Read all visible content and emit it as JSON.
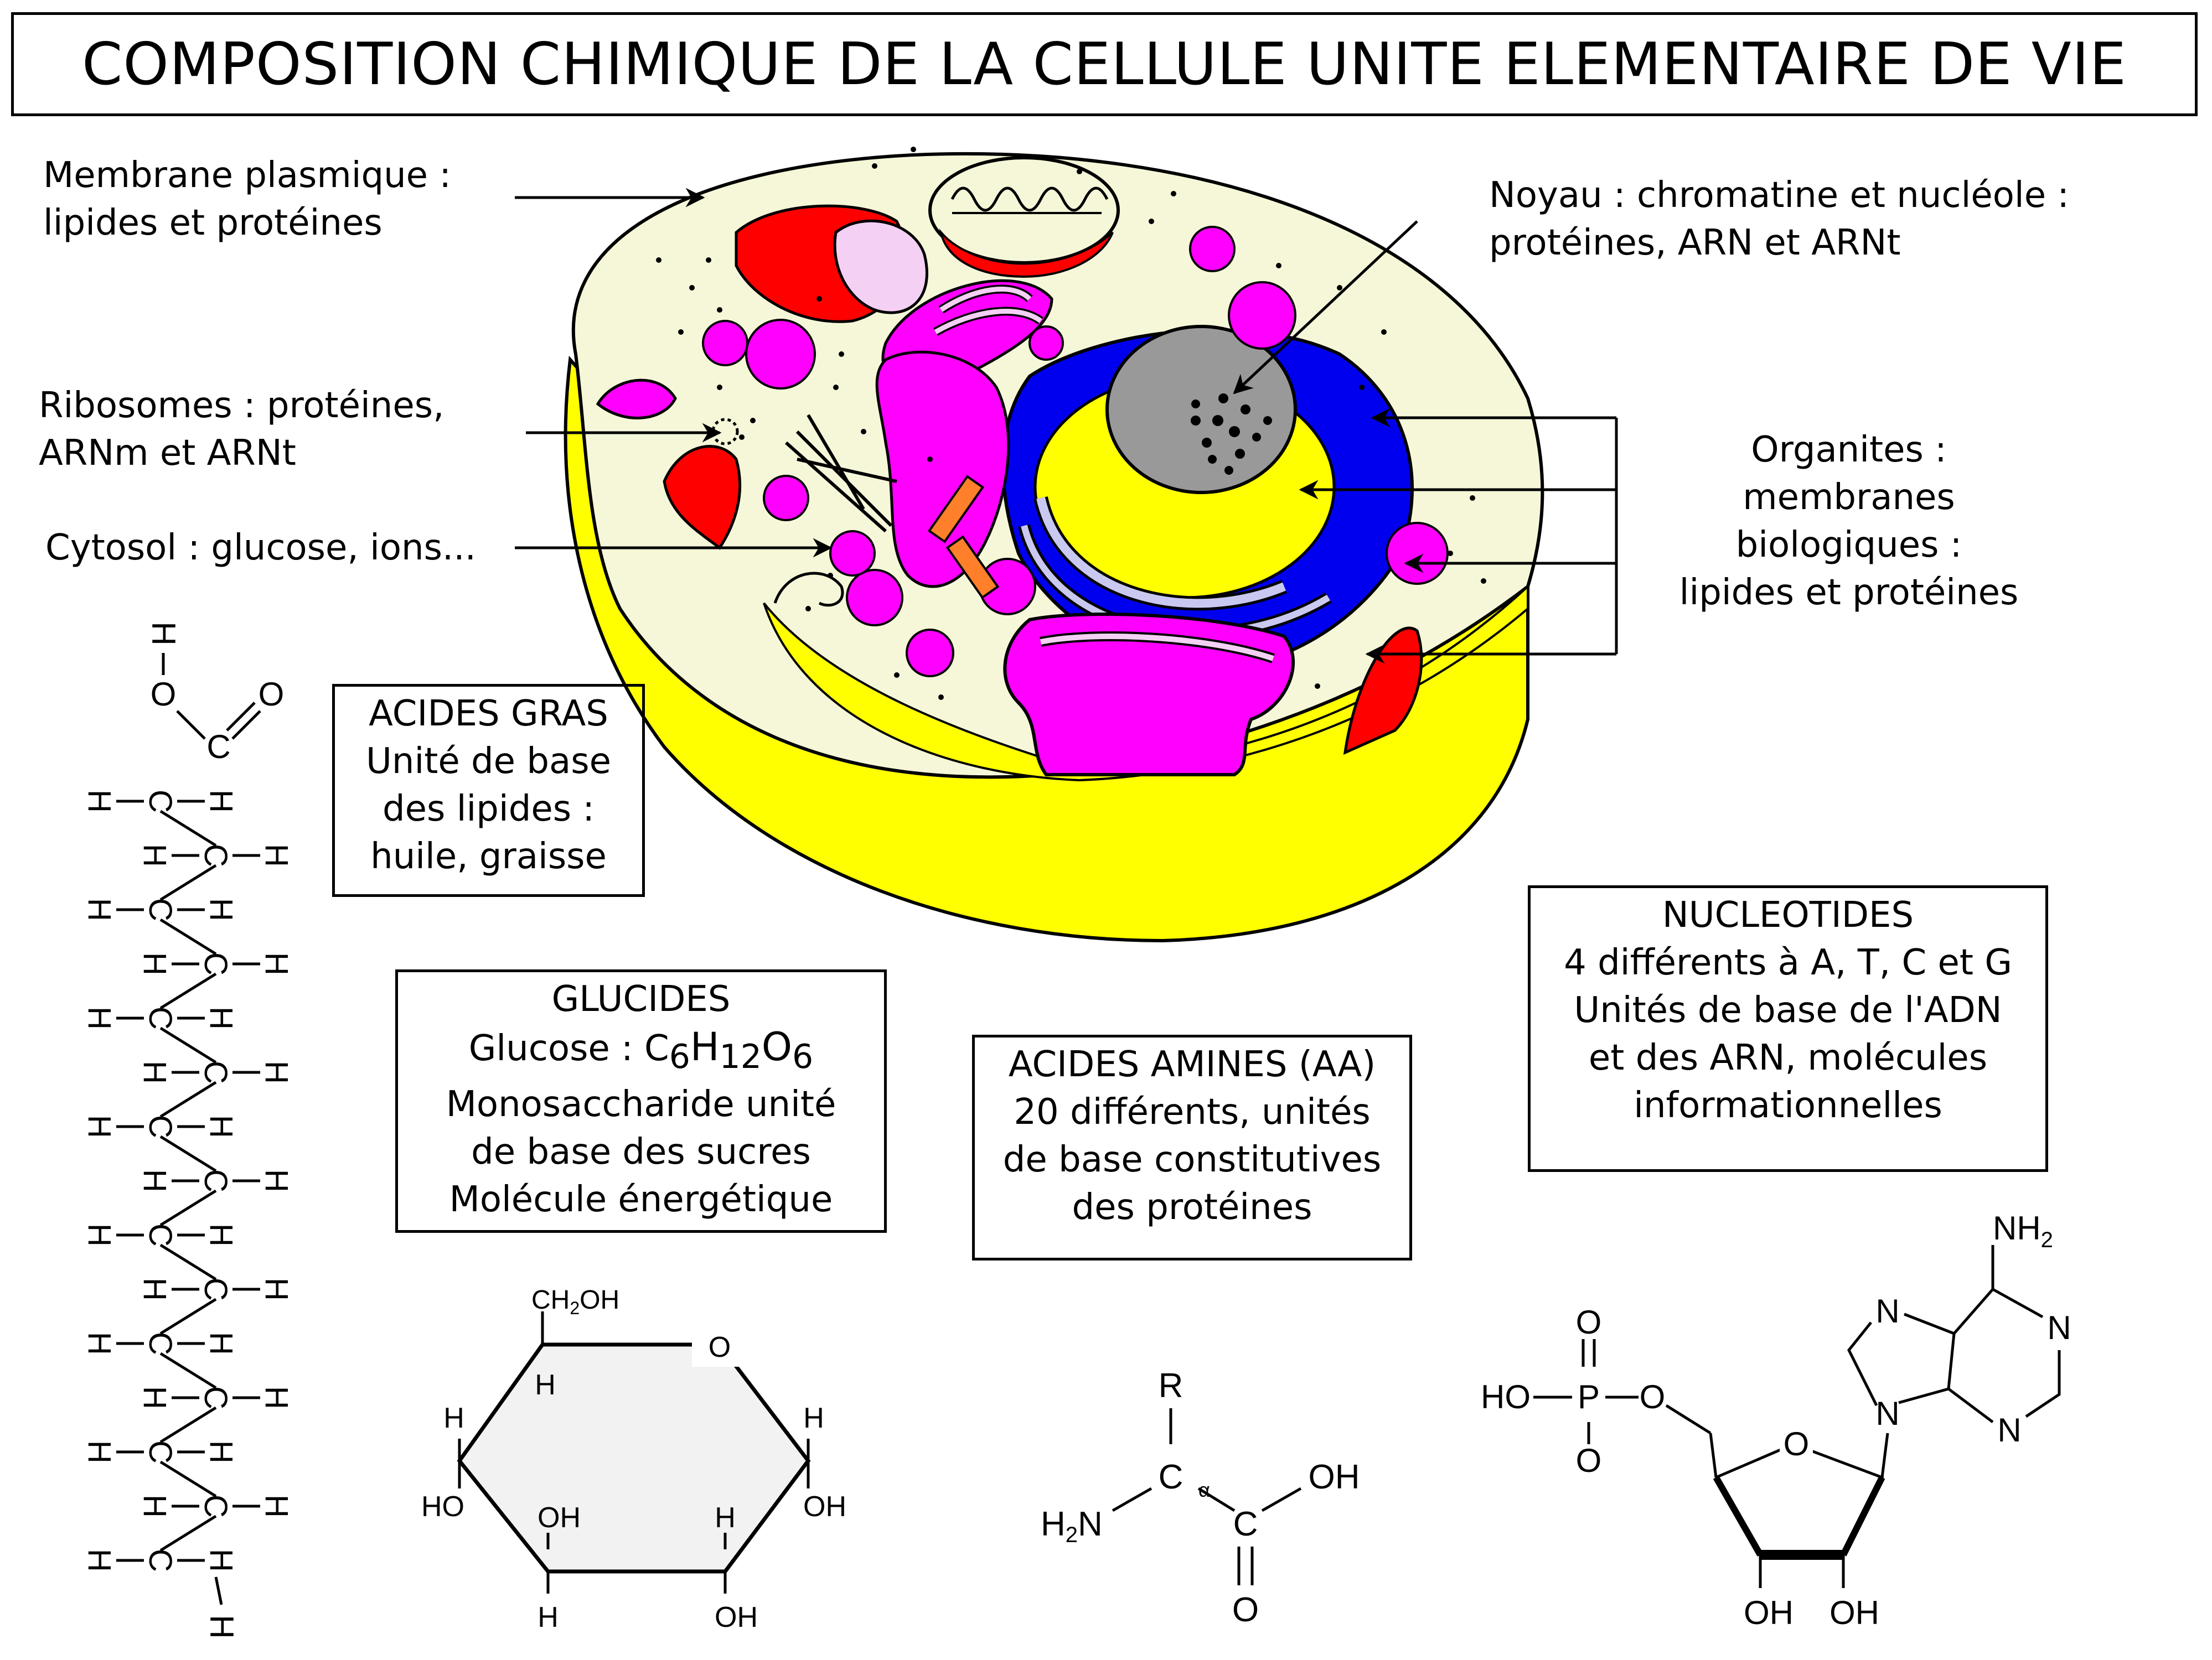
{
  "title": "COMPOSITION CHIMIQUE DE LA CELLULE UNITE ELEMENTAIRE DE VIE",
  "labels": {
    "membrane": [
      "Membrane plasmique :",
      "lipides et protéines"
    ],
    "ribosomes": [
      "Ribosomes : protéines,",
      "ARNm et ARNt"
    ],
    "cytosol": [
      "Cytosol : glucose, ions..."
    ],
    "noyau": [
      "Noyau : chromatine et nucléole :",
      "protéines, ARN et ARNt"
    ],
    "organites": [
      "Organites :",
      "membranes",
      "biologiques :",
      "lipides et protéines"
    ]
  },
  "boxes": {
    "acides_gras": [
      "ACIDES GRAS",
      "Unité de base",
      "des lipides :",
      "huile, graisse"
    ],
    "glucides": {
      "heading": "GLUCIDES",
      "formula_prefix": "Glucose : C",
      "f1": "6",
      "h": "H",
      "f2": "12",
      "o": "O",
      "f3": "6",
      "lines": [
        "Monosaccharide unité",
        "de base des sucres",
        "Molécule énergétique"
      ]
    },
    "acides_amines": [
      "ACIDES AMINES (AA)",
      "20 différents, unités",
      "de base constitutives",
      "des protéines"
    ],
    "nucleotides": [
      "NUCLEOTIDES",
      "4 différents à A, T, C et G",
      "Unités de base de l'ADN",
      "et des ARN, molécules",
      "informationnelles"
    ]
  },
  "chem": {
    "fatty": {
      "H": "H",
      "O": "O",
      "C": "C"
    },
    "glucose": {
      "CH2OH": "CH",
      "sub2": "2",
      "OH": "OH",
      "O": "O",
      "H": "H",
      "HO": "HO"
    },
    "amino": {
      "R": "R",
      "Ca": "C",
      "alpha": "α",
      "H2N_H": "H",
      "H2N_2": "2",
      "H2N_N": "N",
      "C": "C",
      "OH": "OH",
      "O": "O"
    },
    "nucleotide": {
      "HO": "HO",
      "P": "P",
      "O": "O",
      "N": "N",
      "NH": "NH",
      "sub2": "2",
      "OH": "OH"
    }
  },
  "colors": {
    "yellow": "#ffff00",
    "cytoplasm": "#f5f7d8",
    "magenta": "#ff00ff",
    "red": "#ff0000",
    "blue": "#0000ee",
    "gray": "#999999",
    "lightpink": "#f4d0f4",
    "orange": "#ff7f2a",
    "ring": "#f2f2f2"
  }
}
